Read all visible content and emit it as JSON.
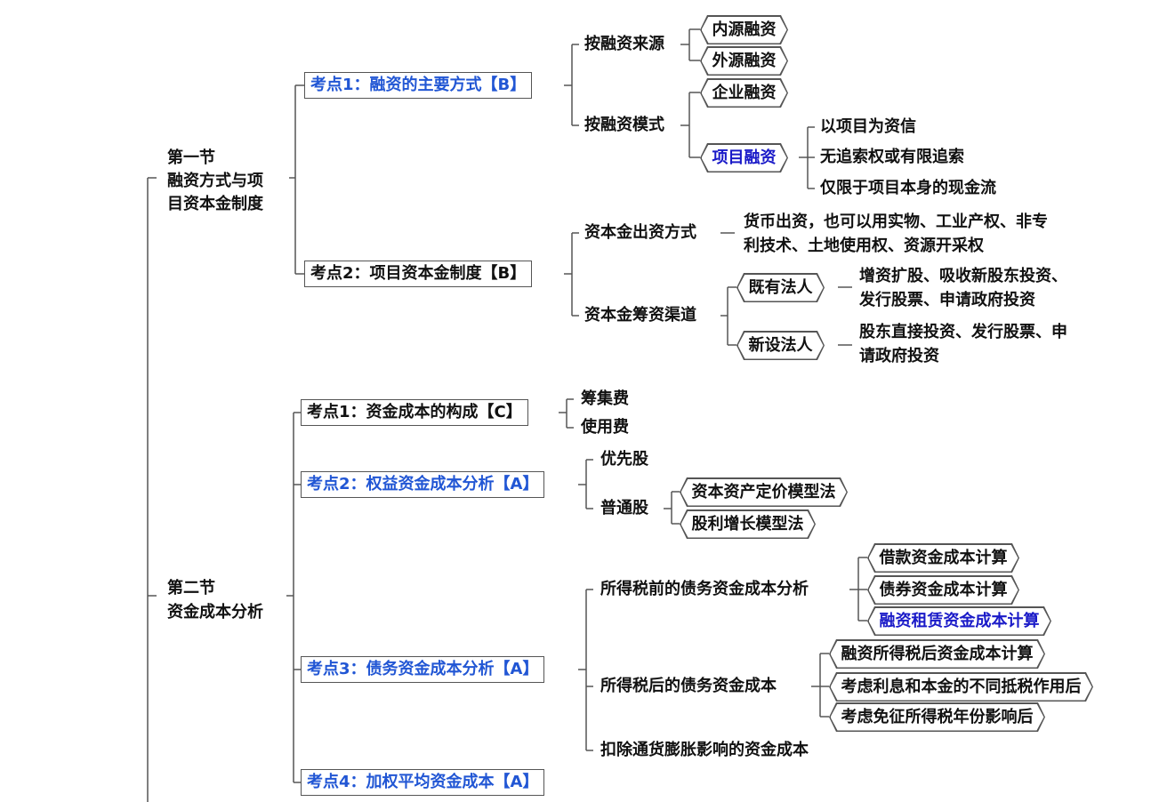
{
  "colors": {
    "heading_blue": "#2156d4",
    "highlight_blue": "#1a1ac8",
    "line": "#555555",
    "text": "#111111"
  },
  "sections": [
    {
      "title_line1": "第一节",
      "title_line2": "融资方式与项",
      "title_line3": "目资本金制度",
      "points": [
        {
          "label": "考点1：融资的主要方式【B】",
          "children": [
            {
              "label": "按融资来源",
              "children": [
                "内源融资",
                "外源融资"
              ]
            },
            {
              "label": "按融资模式",
              "children": [
                "企业融资",
                "项目融资"
              ],
              "project_finance_features": [
                "以项目为资信",
                "无追索权或有限追索",
                "仅限于项目本身的现金流"
              ]
            }
          ]
        },
        {
          "label": "考点2：项目资本金制度【B】",
          "children": [
            {
              "label": "资本金出资方式",
              "detail_line1": "货币出资，也可以用实物、工业产权、非专",
              "detail_line2": "利技术、土地使用权、资源开采权"
            },
            {
              "label": "资本金筹资渠道",
              "children": [
                {
                  "label": "既有法人",
                  "detail_line1": "增资扩股、吸收新股东投资、",
                  "detail_line2": "发行股票、申请政府投资"
                },
                {
                  "label": "新设法人",
                  "detail_line1": "股东直接投资、发行股票、申",
                  "detail_line2": "请政府投资"
                }
              ]
            }
          ]
        }
      ]
    },
    {
      "title_line1": "第二节",
      "title_line2": "资金成本分析",
      "points": [
        {
          "label": "考点1：资金成本的构成【C】",
          "children": [
            "筹集费",
            "使用费"
          ]
        },
        {
          "label": "考点2：权益资金成本分析【A】",
          "children": [
            {
              "label": "优先股"
            },
            {
              "label": "普通股",
              "children": [
                "资本资产定价模型法",
                "股利增长模型法"
              ]
            }
          ]
        },
        {
          "label": "考点3：债务资金成本分析【A】",
          "children": [
            {
              "label": "所得税前的债务资金成本分析",
              "children": [
                "借款资金成本计算",
                "债券资金成本计算",
                "融资租赁资金成本计算"
              ]
            },
            {
              "label": "所得税后的债务资金成本",
              "children": [
                "融资所得税后资金成本计算",
                "考虑利息和本金的不同抵税作用后",
                "考虑免征所得税年份影响后"
              ]
            },
            {
              "label": "扣除通货膨胀影响的资金成本"
            }
          ]
        },
        {
          "label": "考点4：加权平均资金成本【A】"
        }
      ]
    }
  ]
}
